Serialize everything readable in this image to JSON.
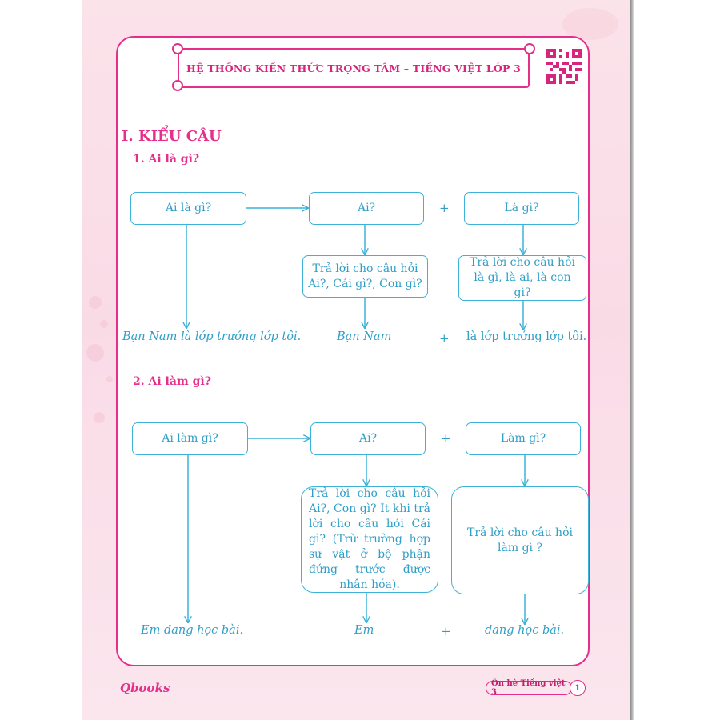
{
  "header": {
    "title": "HỆ THỐNG KIẾN THỨC TRỌNG TÂM – TIẾNG VIỆT LỚP 3",
    "qr_icon": "qr-code-icon"
  },
  "section": {
    "title": "I. KIỂU CÂU"
  },
  "part1": {
    "title": "1. Ai là gì?",
    "main_box": "Ai là gì?",
    "ai_box": "Ai?",
    "plus": "+",
    "la_gi_box": "Là gì?",
    "ai_answer": "Trả lời cho câu hỏi Ai?, Cái gì?, Con gì?",
    "la_gi_answer": "Trả lời cho câu hỏi là gì, là ai, là con gì?",
    "example_full": "Bạn Nam là lớp trưởng lớp tôi.",
    "example_subject": "Bạn Nam",
    "example_plus": "+",
    "example_predicate": "là lớp trưởng lớp tôi."
  },
  "part2": {
    "title": "2. Ai làm gì?",
    "main_box": "Ai làm gì?",
    "ai_box": "Ai?",
    "plus": "+",
    "lam_gi_box": "Làm gì?",
    "ai_answer": "Trả lời cho câu hỏi Ai?, Con gì? Ít khi trả lời cho câu hỏi Cái gì? (Trừ trường hợp sự vật ở bộ phận đứng trước được nhân hóa).",
    "lam_gi_answer": "Trả lời cho câu hỏi làm gì ?",
    "example_full": "Em đang học bài.",
    "example_subject": "Em",
    "example_plus": "+",
    "example_predicate": "đang học bài."
  },
  "footer": {
    "logo": "Qbooks",
    "label": "Ôn hè Tiếng việt 3",
    "page_number": "1"
  },
  "colors": {
    "accent": "#e62e8a",
    "diagram": "#3cb2d9"
  }
}
